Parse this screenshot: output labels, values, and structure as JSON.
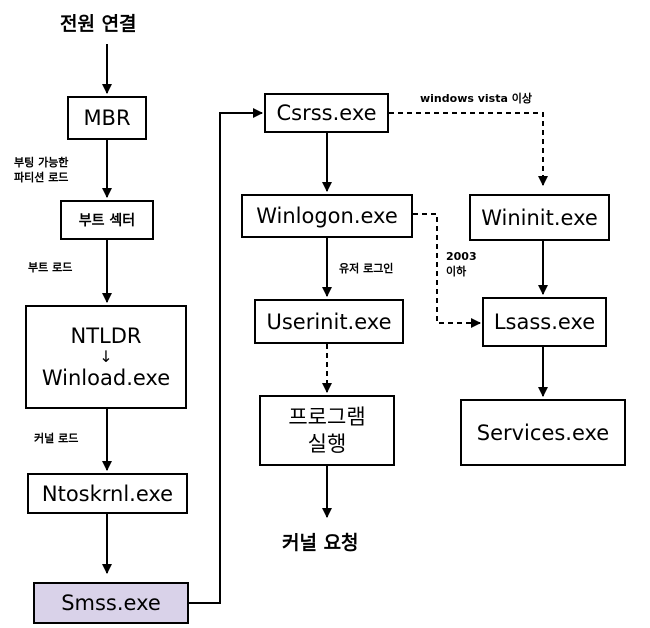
{
  "start_label": "전원 연결",
  "end_label": "커널 요청",
  "nodes": {
    "mbr": "MBR",
    "boot_sector": "부트 섹터",
    "ntldr": "NTLDR",
    "ntldr_arrow": "↓",
    "winload": "Winload.exe",
    "ntoskrnl": "Ntoskrnl.exe",
    "smss": "Smss.exe",
    "csrss": "Csrss.exe",
    "winlogon": "Winlogon.exe",
    "userinit": "Userinit.exe",
    "program_run_line1": "프로그램",
    "program_run_line2": "실행",
    "wininit": "Wininit.exe",
    "lsass": "Lsass.exe",
    "services": "Services.exe"
  },
  "edge_labels": {
    "bootable_line1": "부팅 가능한",
    "bootable_line2": "파티션 로드",
    "boot_load": "부트 로드",
    "kernel_load": "커널 로드",
    "user_login": "유저 로그인",
    "vista_above": "windows vista 이상",
    "below_2003_line1": "2003",
    "below_2003_line2": "이하"
  },
  "colors": {
    "smss_fill": "#d9d2e9",
    "line": "#000000"
  }
}
